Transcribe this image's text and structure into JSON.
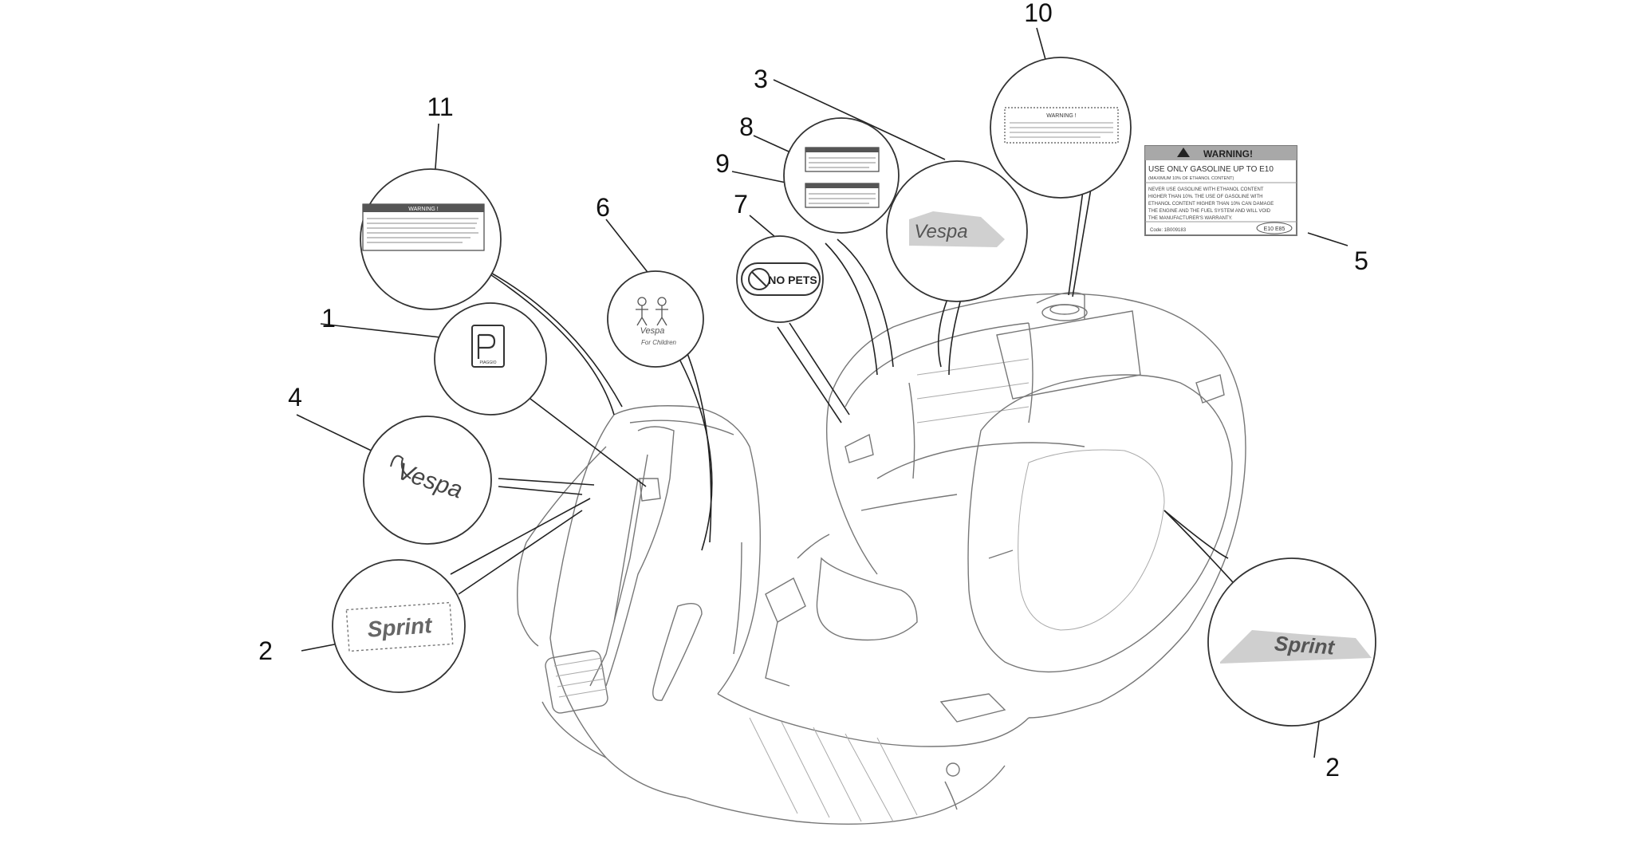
{
  "callouts": {
    "c1": "1",
    "c2a": "2",
    "c2b": "2",
    "c3": "3",
    "c4": "4",
    "c5": "5",
    "c6": "6",
    "c7": "7",
    "c8": "8",
    "c9": "9",
    "c10": "10",
    "c11": "11"
  },
  "decals": {
    "warning_heading": "WARNING!",
    "warning_heading_small": "WARNING !",
    "warning_line1": "USE ONLY GASOLINE UP TO E10",
    "warning_line2": "(MAXIMUM 10% OF ETHANOL CONTENT)",
    "warning_body": [
      "NEVER USE GASOLINE WITH ETHANOL CONTENT",
      "HIGHER THAN 10%. THE USE OF GASOLINE WITH",
      "ETHANOL CONTENT HIGHER THAN 10% CAN DAMAGE",
      "THE ENGINE AND THE FUEL SYSTEM AND WILL VOID",
      "THE MANUFACTURER'S WARRANTY."
    ],
    "warning_code": "Code: 1B009183",
    "warning_badge": "E10 E85",
    "no_pets": "NO PETS",
    "sprint_logo": "Sprint",
    "vespa_logo": "Vespa",
    "piaggio_brand": "PIAGGIO",
    "for_children": "For Children"
  },
  "colors": {
    "stroke": "#222222",
    "body_line": "#777777",
    "decal_gray": "#cccccc",
    "warning_bar": "#555555"
  }
}
